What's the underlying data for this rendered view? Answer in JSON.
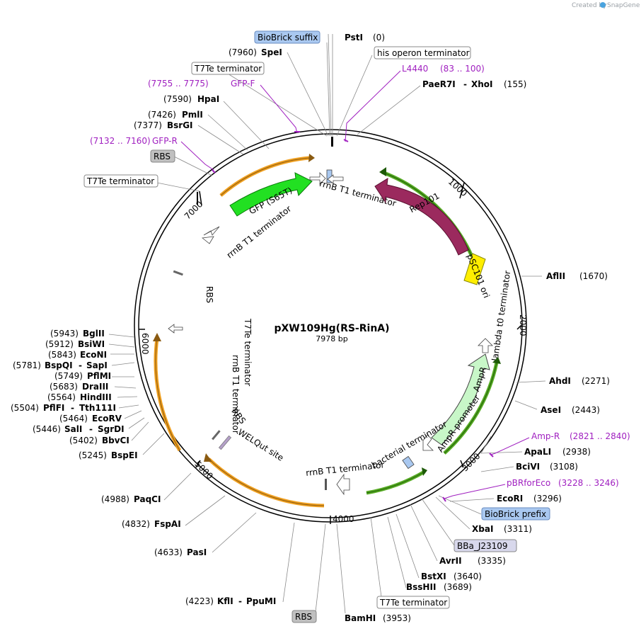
{
  "credit": {
    "created_by": "Created by",
    "brand": "SnapGene"
  },
  "plasmid": {
    "name": "pXW109Hg(RS-RinA)",
    "length": "7978 bp"
  },
  "ticks": [
    "1000",
    "2000",
    "3000",
    "4000",
    "5000",
    "6000",
    "7000"
  ],
  "enzymes": [
    {
      "pos": "(0)",
      "name": "PstI"
    },
    {
      "pos": "(7960)",
      "name": "SpeI"
    },
    {
      "pos": "(155)",
      "name": "PaeR7I",
      "name2": "XhoI"
    },
    {
      "pos": "(7590)",
      "name": "HpaI"
    },
    {
      "pos": "(7426)",
      "name": "PmlI"
    },
    {
      "pos": "(7377)",
      "name": "BsrGI"
    },
    {
      "pos": "(1670)",
      "name": "AflII"
    },
    {
      "pos": "(2271)",
      "name": "AhdI"
    },
    {
      "pos": "(2443)",
      "name": "AseI"
    },
    {
      "pos": "(2938)",
      "name": "ApaLI"
    },
    {
      "pos": "(3108)",
      "name": "BciVI"
    },
    {
      "pos": "(3296)",
      "name": "EcoRI"
    },
    {
      "pos": "(3311)",
      "name": "XbaI"
    },
    {
      "pos": "(3335)",
      "name": "AvrII"
    },
    {
      "pos": "(3640)",
      "name": "BstXI"
    },
    {
      "pos": "(3689)",
      "name": "BssHII"
    },
    {
      "pos": "(3953)",
      "name": "BamHI"
    },
    {
      "pos": "(4223)",
      "name": "KflI",
      "name2": "PpuMI"
    },
    {
      "pos": "(4633)",
      "name": "PasI"
    },
    {
      "pos": "(4832)",
      "name": "FspAI"
    },
    {
      "pos": "(4988)",
      "name": "PaqCI"
    },
    {
      "pos": "(5245)",
      "name": "BspEI"
    },
    {
      "pos": "(5402)",
      "name": "BbvCI"
    },
    {
      "pos": "(5446)",
      "name": "SalI",
      "name2": "SgrDI"
    },
    {
      "pos": "(5464)",
      "name": "EcoRV"
    },
    {
      "pos": "(5504)",
      "name": "PflFI",
      "name2": "Tth111I"
    },
    {
      "pos": "(5564)",
      "name": "HindIII"
    },
    {
      "pos": "(5683)",
      "name": "DraIII"
    },
    {
      "pos": "(5749)",
      "name": "PflMI"
    },
    {
      "pos": "(5781)",
      "name": "BspQI",
      "name2": "SapI"
    },
    {
      "pos": "(5843)",
      "name": "EcoNI"
    },
    {
      "pos": "(5912)",
      "name": "BsiWI"
    },
    {
      "pos": "(5943)",
      "name": "BglII"
    }
  ],
  "primers": [
    {
      "name": "L4440",
      "range": "(83 .. 100)"
    },
    {
      "name": "GFP-F",
      "range": "(7755 .. 7775)"
    },
    {
      "name": "GFP-R",
      "range": "(7132 .. 7160)"
    },
    {
      "name": "Amp-R",
      "range": "(2821 .. 2840)"
    },
    {
      "name": "pBRforEco",
      "range": "(3228 .. 3246)"
    }
  ],
  "boxed_features": [
    {
      "label": "BioBrick suffix",
      "style": "blue"
    },
    {
      "label": "his operon terminator",
      "style": "white"
    },
    {
      "label": "T7Te terminator",
      "style": "white"
    },
    {
      "label": "RBS",
      "style": "gray"
    },
    {
      "label": "T7Te terminator",
      "style": "white"
    },
    {
      "label": "BioBrick prefix",
      "style": "blue"
    },
    {
      "label": "BBa_J23109",
      "style": "lavender"
    },
    {
      "label": "T7Te terminator",
      "style": "white"
    },
    {
      "label": "RBS",
      "style": "gray"
    }
  ],
  "inner_features": {
    "gfp": "GFP (S65T)",
    "rep101": "Rep101",
    "psc101": "pSC101 ori",
    "rrnb_top": "rrnB T1 terminator",
    "rrnb_left": "rrnB T1 terminator",
    "rbs_left": "RBS",
    "t7_left": "T7Te terminator",
    "rrnb_left2": "rrnB T1 terminator",
    "lambda": "lambda t0 terminator",
    "ampr": "AmpR",
    "ampr_prom": "AmpR promoter",
    "bact_term": "bacterial terminator",
    "rrnb_bottom": "rrnB T1 terminator",
    "rbs_bottom": "RBS",
    "welqut": "WELQut site"
  },
  "colors": {
    "gfp": "#22e022",
    "rep101": "#9b2a5e",
    "psc101": "#ffee00",
    "ampr": "#c8f7c8",
    "orange_arc": "#f0a020",
    "green_arc": "#55aa22",
    "primer": "#a020c0",
    "blue_box": "#a9c8f0",
    "gray_box": "#c0c0c0",
    "lavender_box": "#d8d8ec"
  }
}
